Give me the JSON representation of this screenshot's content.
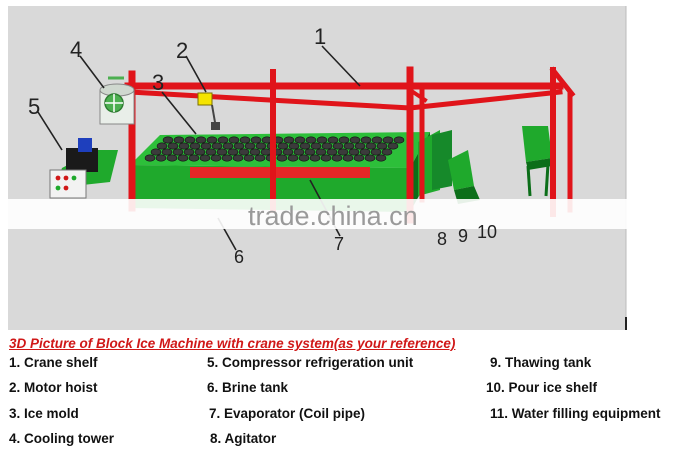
{
  "diagram": {
    "callouts": [
      "1",
      "2",
      "3",
      "4",
      "5",
      "6",
      "7",
      "8",
      "9",
      "10"
    ],
    "watermark": "trade.china.cn"
  },
  "caption": "3D Picture of Block Ice Machine with crane system(as your reference)",
  "legend": [
    "1. Crane shelf",
    "2. Motor hoist",
    "3. Ice mold",
    "4. Cooling tower",
    "5. Compressor refrigeration unit",
    "6. Brine tank",
    "7. Evaporator (Coil pipe)",
    "8. Agitator",
    "9.  Thawing tank",
    "10.  Pour ice shelf",
    "11.  Water filling equipment"
  ],
  "colors": {
    "frame": "#e0141a",
    "tank": "#1fa92c",
    "tank_dark": "#0c6e19",
    "evaporator": "#e52727",
    "molds": "#3b3b3b",
    "hoist": "#f5e400",
    "caption": "#d01818",
    "background": "#d9d9d9"
  }
}
